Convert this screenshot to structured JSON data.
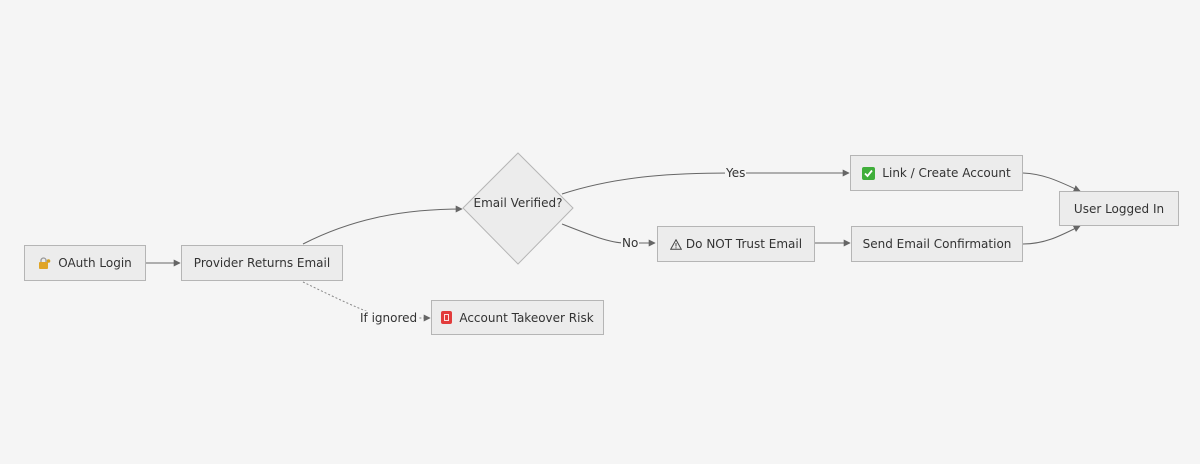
{
  "diagram": {
    "type": "flowchart",
    "direction": "left-to-right",
    "nodes": [
      {
        "id": "oauth",
        "label": "OAuth Login",
        "icon": "lock-with-key-icon"
      },
      {
        "id": "provider",
        "label": "Provider Returns Email"
      },
      {
        "id": "decision",
        "label": "Email Verified?",
        "shape": "diamond"
      },
      {
        "id": "link",
        "label": "Link / Create Account",
        "icon": "check-mark-icon"
      },
      {
        "id": "distrust",
        "label": "Do NOT Trust Email",
        "icon": "warning-icon"
      },
      {
        "id": "confirm",
        "label": "Send Email Confirmation"
      },
      {
        "id": "loggedin",
        "label": "User Logged In"
      },
      {
        "id": "takeover",
        "label": "Account Takeover Risk",
        "icon": "alarm-icon"
      }
    ],
    "edges": [
      {
        "from": "oauth",
        "to": "provider",
        "label": ""
      },
      {
        "from": "provider",
        "to": "decision",
        "label": ""
      },
      {
        "from": "decision",
        "to": "link",
        "label": "Yes"
      },
      {
        "from": "decision",
        "to": "distrust",
        "label": "No"
      },
      {
        "from": "distrust",
        "to": "confirm",
        "label": ""
      },
      {
        "from": "link",
        "to": "loggedin",
        "label": ""
      },
      {
        "from": "confirm",
        "to": "loggedin",
        "label": ""
      },
      {
        "from": "provider",
        "to": "takeover",
        "label": "If ignored",
        "style": "dotted"
      }
    ],
    "colors": {
      "background": "#f5f5f5",
      "node_fill": "#ececec",
      "node_border": "#b5b5b5",
      "edge": "#666666",
      "check_green": "#3fae3a",
      "alarm_red": "#e23b3b",
      "lock_gold": "#e0a526"
    }
  }
}
